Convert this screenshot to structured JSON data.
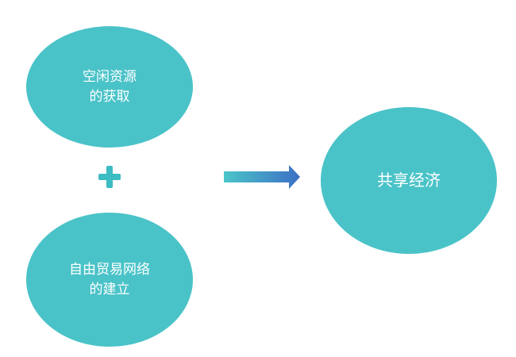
{
  "colors": {
    "circle_fill": "#4ac3c8",
    "plus": "#3cbcc3",
    "arrow_start": "#4cc5c9",
    "arrow_end": "#3b6fc4",
    "text": "#ffffff"
  },
  "icons": {
    "plus": "plus-icon",
    "arrow": "arrow-right-icon"
  },
  "nodes": {
    "idle_resources": {
      "lines": [
        "空闲资源",
        "的获取"
      ]
    },
    "free_trade_network": {
      "lines": [
        "自由贸易网络",
        "的建立"
      ]
    },
    "sharing_economy": {
      "lines": [
        "共享经济"
      ]
    }
  }
}
